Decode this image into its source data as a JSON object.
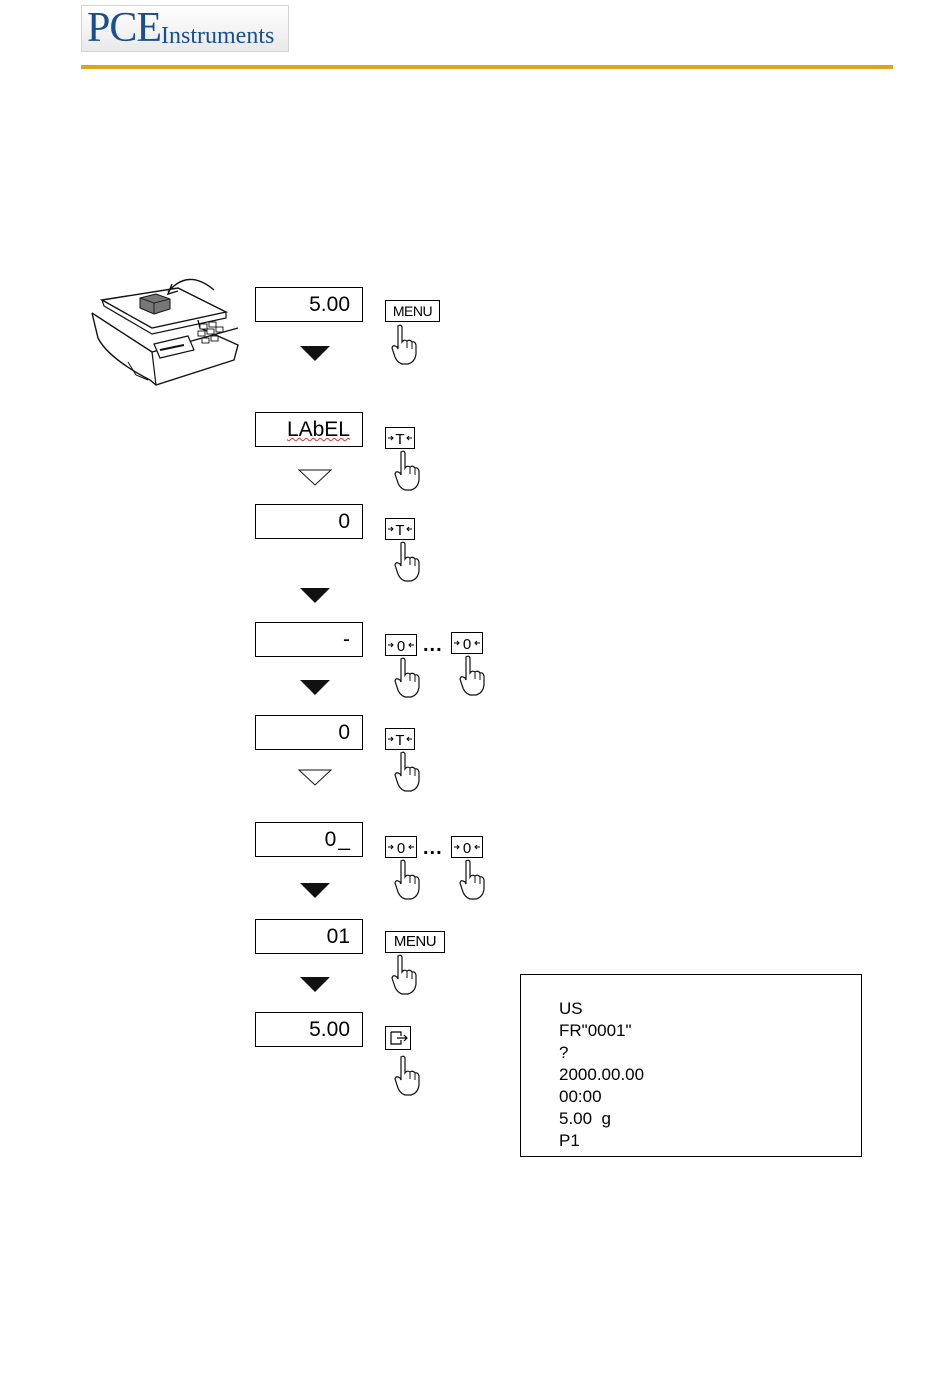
{
  "header": {
    "logo_pce": "PCE",
    "logo_word": "Instruments"
  },
  "steps": [
    {
      "display": "5.00",
      "key": "MENU",
      "arrow": "solid"
    },
    {
      "display": "LAbEL",
      "key": "tare-key",
      "arrow": "open"
    },
    {
      "display": "0",
      "key": "tare-key",
      "arrow": "solid"
    },
    {
      "display": "-",
      "key": "zero-key ... zero-key",
      "arrow": "solid"
    },
    {
      "display": "0",
      "key": "tare-key",
      "arrow": "open"
    },
    {
      "display": "0",
      "key": "zero-key ... zero-key",
      "arrow": "solid"
    },
    {
      "display": "01",
      "key": "MENU",
      "arrow": "solid"
    },
    {
      "display": "5.00",
      "key": "print-key"
    }
  ],
  "keys": {
    "menu_label": "MENU",
    "ellipsis": "..."
  },
  "printout": {
    "lines": [
      "US",
      "FR\"0001\"",
      "?",
      "2000.00.00",
      "00:00",
      "5.00  g",
      "P1"
    ]
  },
  "icons": {
    "scale": "scale-icon",
    "hand": "hand-pointer-icon",
    "tare": "tare-key-icon",
    "zero": "zero-key-icon",
    "print": "print-key-icon"
  }
}
